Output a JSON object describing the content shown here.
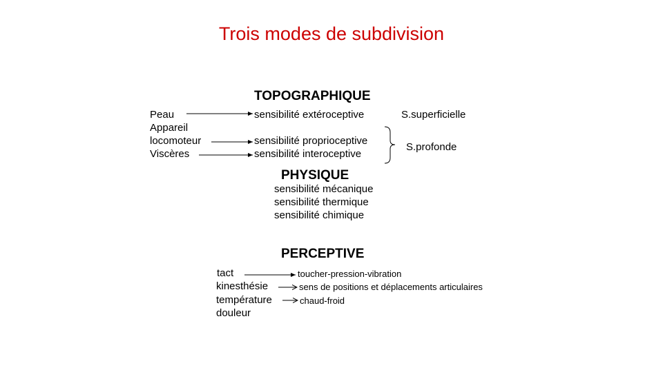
{
  "slide": {
    "title": "Trois modes de subdivision",
    "topographique": {
      "heading": "TOPOGRAPHIQUE",
      "left": [
        "Peau",
        "Appareil",
        "locomoteur",
        "Viscères"
      ],
      "right": [
        "sensibilité extéroceptive",
        "sensibilité proprioceptive",
        "sensibilité interoceptive"
      ],
      "superficielle": "S.superficielle",
      "profonde": "S.profonde"
    },
    "physique": {
      "heading": "PHYSIQUE",
      "items": [
        "sensibilité mécanique",
        "sensibilité thermique",
        "sensibilité chimique"
      ]
    },
    "perceptive": {
      "heading": "PERCEPTIVE",
      "left": [
        "tact",
        "kinesthésie",
        "température",
        "douleur"
      ],
      "right": [
        "toucher-pression-vibration",
        "sens de positions et déplacements articulaires",
        "chaud-froid"
      ]
    },
    "colors": {
      "title": "#cc0000",
      "text": "#000000"
    }
  }
}
